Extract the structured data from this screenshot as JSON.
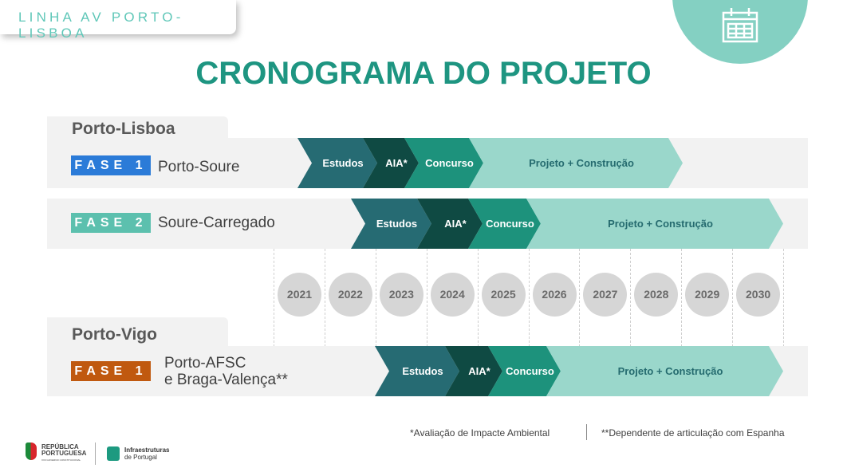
{
  "header": {
    "section": "LINHA AV PORTO-LISBOA",
    "title": "CRONOGRAMA DO PROJETO",
    "icon": "calendar-icon"
  },
  "colors": {
    "estudos": "#266b73",
    "aia": "#0f4a43",
    "concurso": "#1d927c",
    "projeto": "#9ad7cb",
    "fase1_lisboa": "#2b7bd8",
    "fase2": "#5cc0ae",
    "fase1_vigo": "#c0590f"
  },
  "groups": [
    {
      "name": "Porto-Lisboa",
      "rows": [
        {
          "badge": "FASE 1",
          "label": "Porto-Soure",
          "stages": [
            "Estudos",
            "AIA*",
            "Concurso",
            "Projeto + Construção"
          ]
        },
        {
          "badge": "FASE 2",
          "label": "Soure-Carregado",
          "stages": [
            "Estudos",
            "AIA*",
            "Concurso",
            "Projeto + Construção"
          ]
        }
      ]
    },
    {
      "name": "Porto-Vigo",
      "rows": [
        {
          "badge": "FASE 1",
          "label_line1": "Porto-AFSC",
          "label_line2": "e Braga-Valença**",
          "stages": [
            "Estudos",
            "AIA*",
            "Concurso",
            "Projeto + Construção"
          ]
        }
      ]
    }
  ],
  "years": [
    "2021",
    "2022",
    "2023",
    "2024",
    "2025",
    "2026",
    "2027",
    "2028",
    "2029",
    "2030"
  ],
  "footnotes": [
    "*Avaliação de Impacte Ambiental",
    "**Dependente de articulação com Espanha"
  ],
  "logos": {
    "gov": "REPÚBLICA PORTUGUESA",
    "gov_sub": "XXII GOVERNO CONSTITUCIONAL",
    "ip": "Infraestruturas",
    "ip_sub": "de Portugal"
  }
}
